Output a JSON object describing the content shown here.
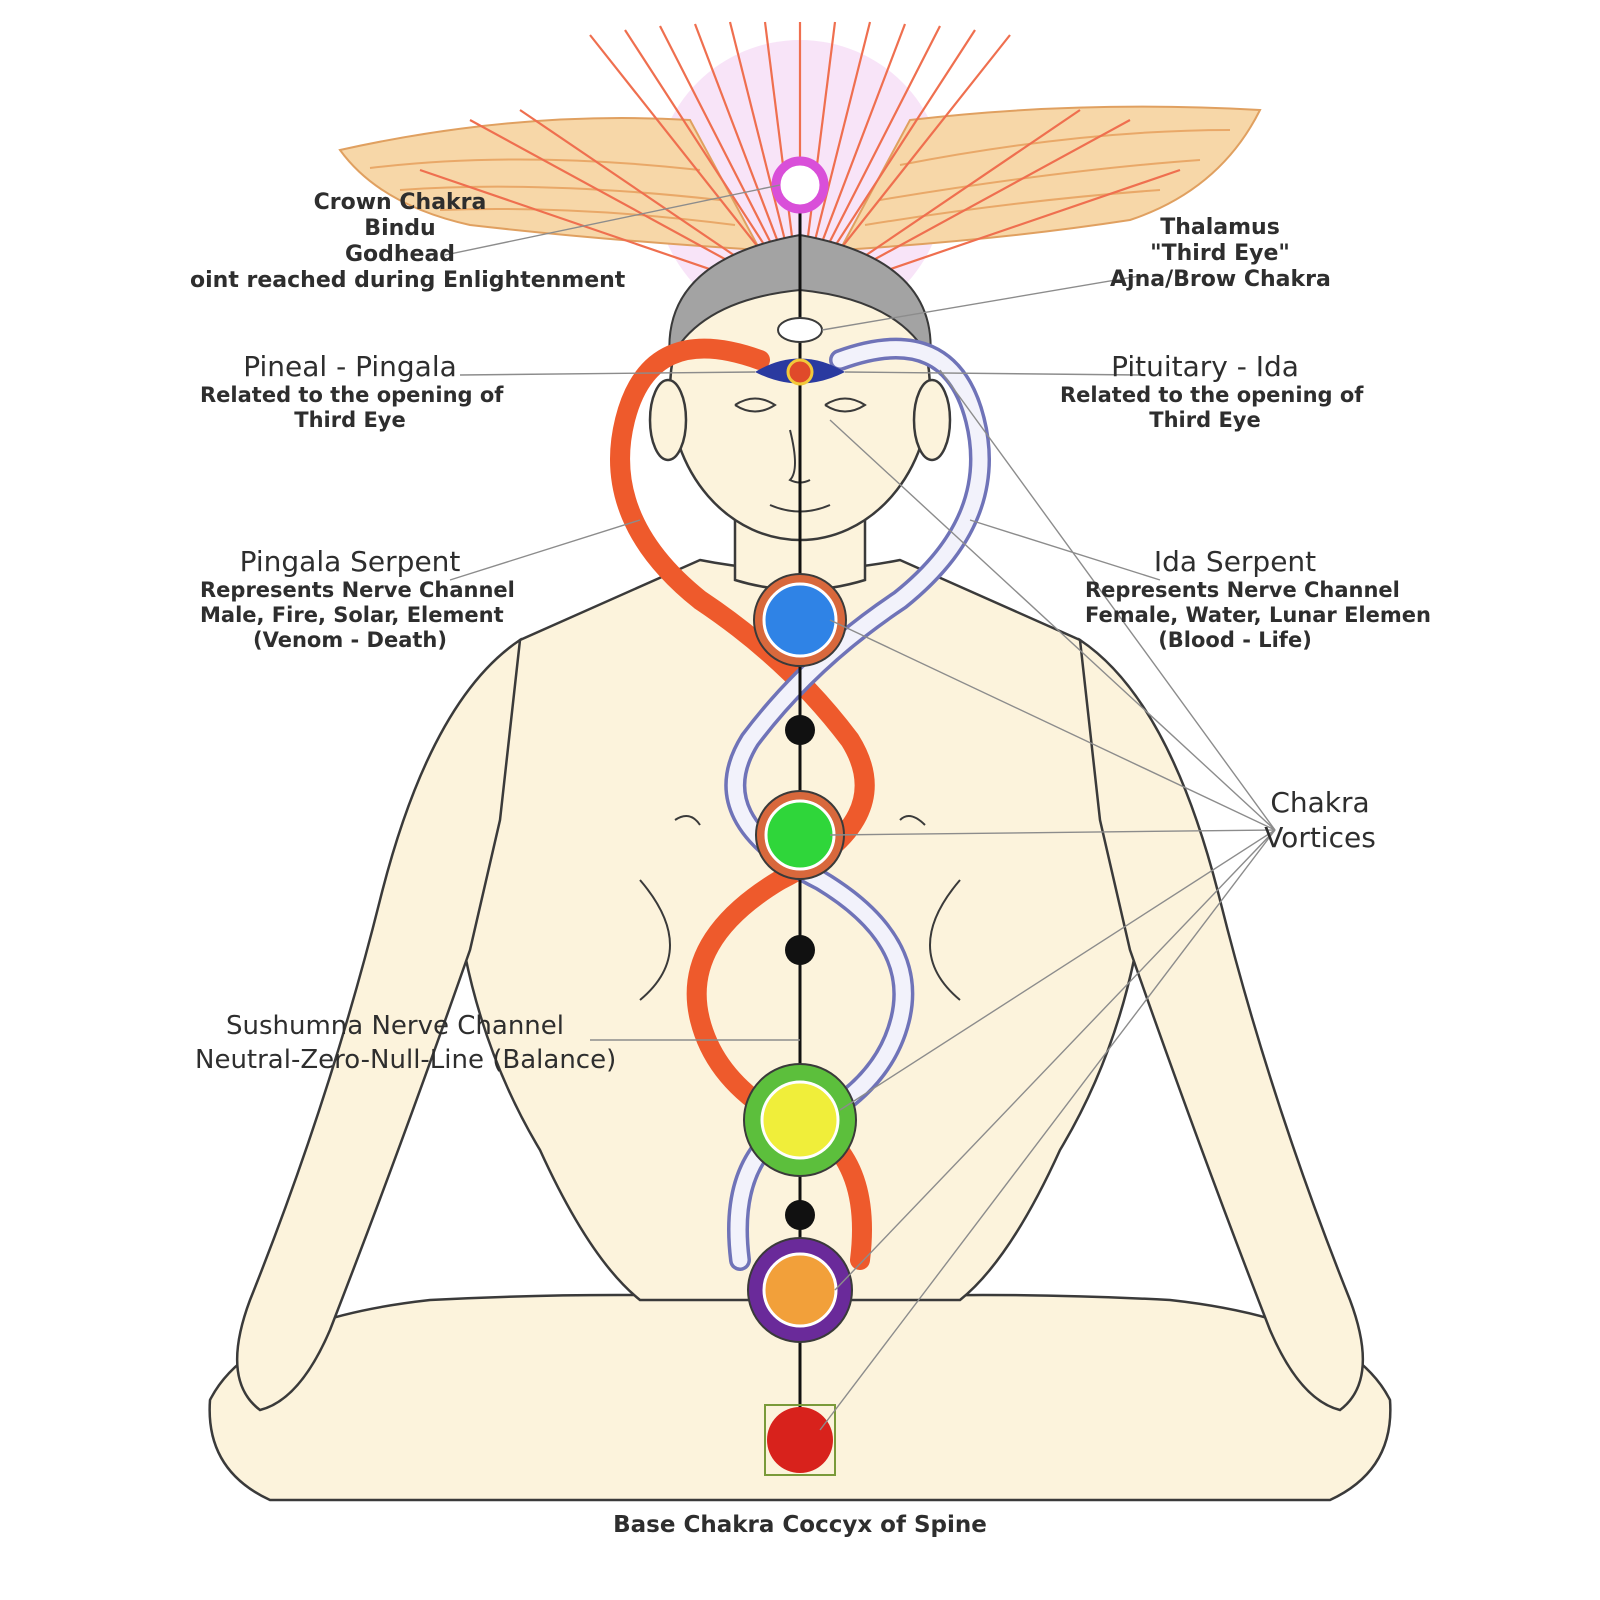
{
  "diagram": {
    "labels": {
      "crown": [
        "Crown Chakra",
        "Bindu",
        "Godhead",
        "oint reached during Enlightenment"
      ],
      "thalamus": [
        "Thalamus",
        "\"Third Eye\"",
        "Ajna/Brow Chakra"
      ],
      "pineal": {
        "title": "Pineal - Pingala",
        "lines": [
          "Related to the opening of",
          "Third Eye"
        ]
      },
      "pituitary": {
        "title": "Pituitary - Ida",
        "lines": [
          "Related to the opening of",
          "Third Eye"
        ]
      },
      "pingala": {
        "title": "Pingala Serpent",
        "lines": [
          "Represents Nerve Channel",
          "Male, Fire, Solar, Element",
          "(Venom - Death)"
        ]
      },
      "ida": {
        "title": "Ida Serpent",
        "lines": [
          "Represents Nerve Channel",
          "Female, Water, Lunar Elemen",
          "(Blood - Life)"
        ]
      },
      "vortices": [
        "Chakra",
        "Vortices"
      ],
      "sushumna": [
        "Sushumna Nerve Channel",
        "Neutral-Zero-Null-Line (Balance)"
      ],
      "base": "Base Chakra Coccyx of Spine"
    },
    "colors": {
      "skin": "#fcf3dc",
      "outline": "#3a3a3a",
      "pingala": "#ee5a2c",
      "ida": "#d9dcf0",
      "wings": "#f6c98e",
      "hair": "#9b9b9b",
      "aura": "#f0c8f0",
      "throat": "#2f83e6",
      "heart": "#2fd63a",
      "solar": "#f0ee3a",
      "sacral": "#f2a03a",
      "root": "#d8221c",
      "sacral_petals": "#6a2a9a",
      "solar_petals": "#5cbf3c",
      "lotus_petals": "#d8683c"
    }
  }
}
